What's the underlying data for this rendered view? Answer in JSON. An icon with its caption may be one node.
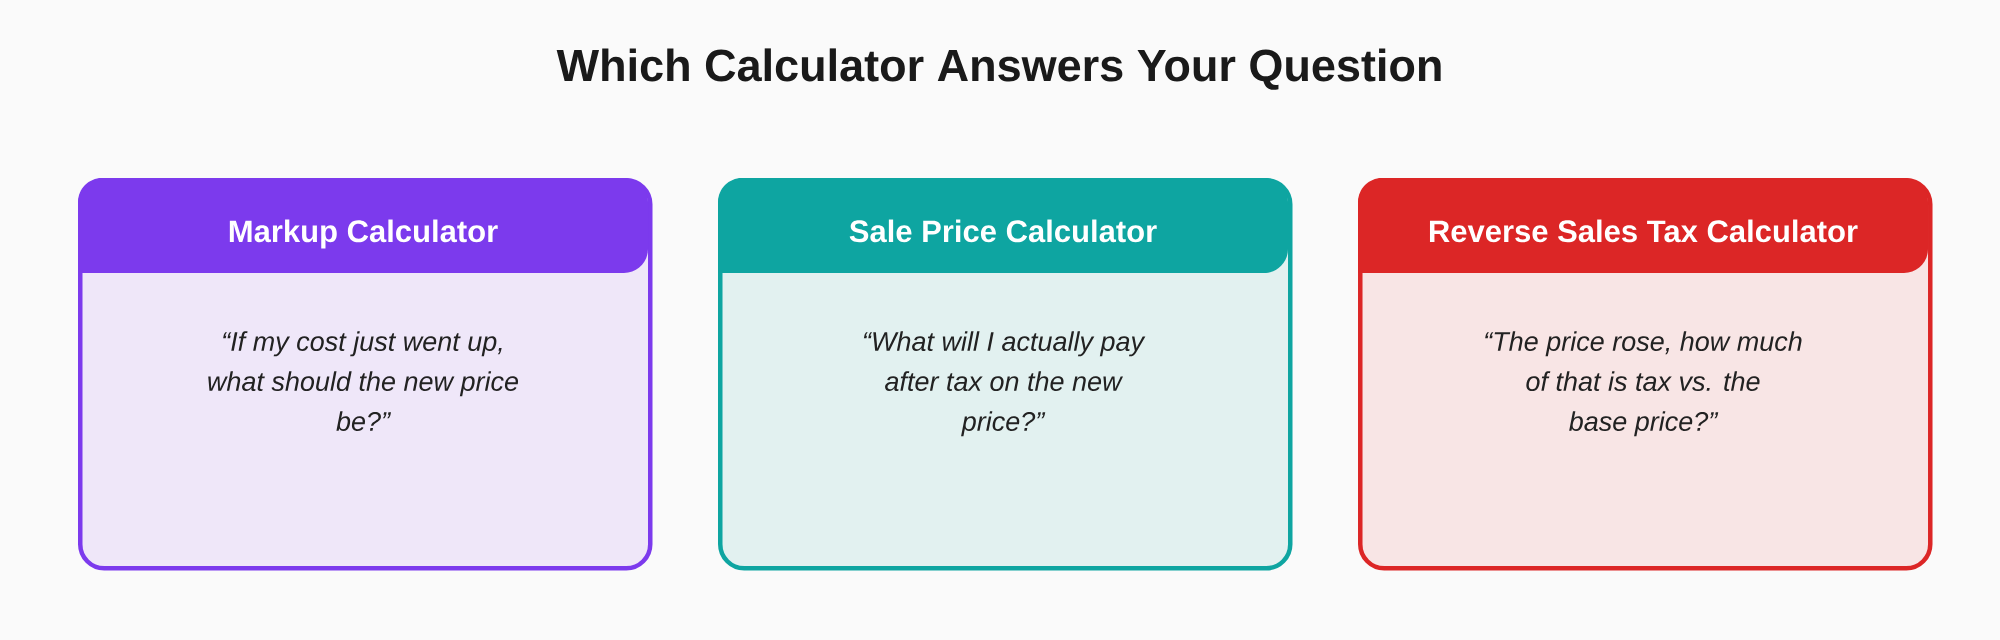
{
  "diagram": {
    "title": "Which Calculator Answers Your Question",
    "nodes": [
      {
        "text": [
          "Markup Calculator",
          "“If my cost just went up, what should the new price be?”"
        ]
      },
      {
        "text": [
          "Sale Price Calculator",
          "“What will I actually pay after tax on the new price?”"
        ]
      },
      {
        "text": [
          "Reverse Sales Tax Calculator",
          "“The price rose, how much of that is tax vs. the base price?”"
        ]
      }
    ]
  }
}
